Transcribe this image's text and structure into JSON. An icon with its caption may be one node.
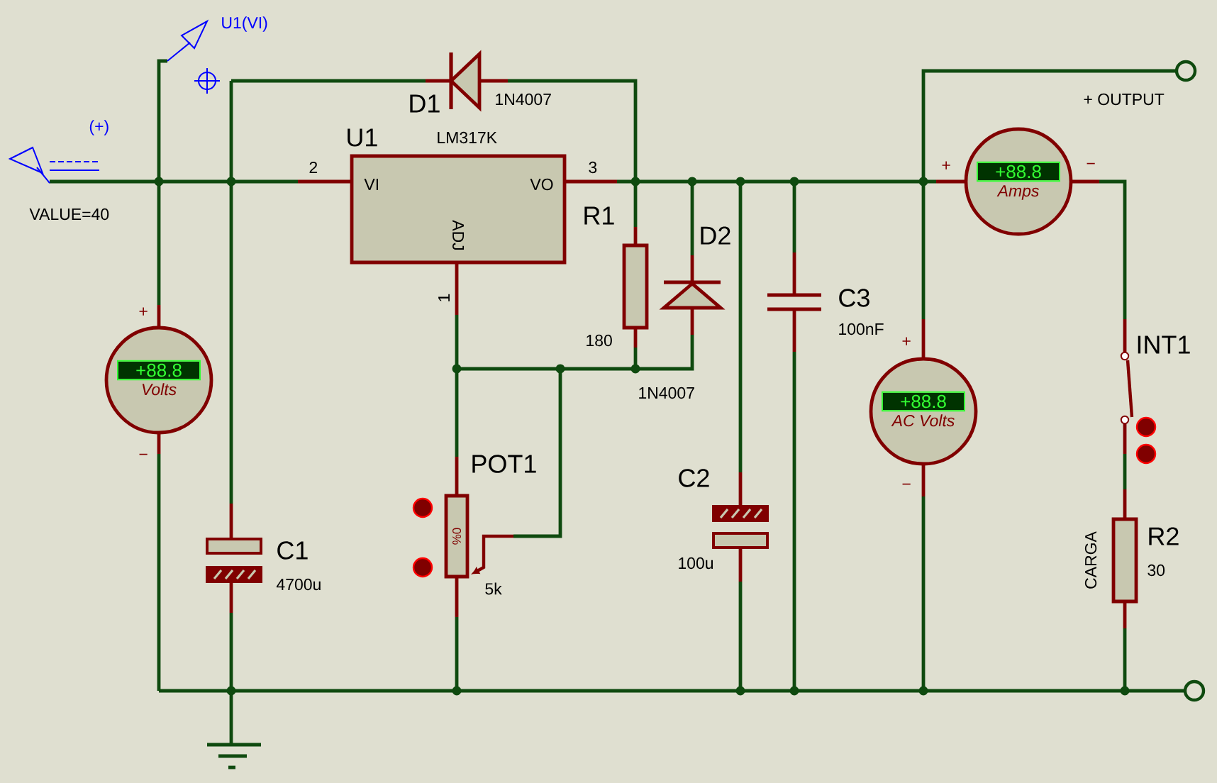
{
  "diagram": {
    "nodes": [
      {
        "text": [
          "VI",
          "VO",
          "ADJ"
        ],
        "beside": [
          "U1",
          "LM317K"
        ]
      },
      {
        "text": [
          "+88.8",
          "Volts"
        ]
      },
      {
        "text": [
          "+88.8",
          "Amps"
        ]
      },
      {
        "text": [
          "+88.8",
          "AC Volts"
        ]
      },
      {
        "text": [
          "0%"
        ],
        "beside": [
          "POT1",
          "5k"
        ]
      },
      {
        "text": [],
        "shape": "box",
        "beside": [
          "R1",
          "180"
        ]
      },
      {
        "text": [],
        "shape": "box",
        "beside": [
          "R2",
          "30",
          "CARGA"
        ]
      },
      {
        "text": [],
        "shape": "circle",
        "beside": [
          "+ OUTPUT"
        ]
      },
      {
        "text": [],
        "shape": "circle"
      }
    ],
    "labels": [
      "U1(VI)",
      "(+)",
      "D1",
      "1N4007",
      "VALUE=40",
      "2",
      "3",
      "D2",
      "1N4007",
      "1",
      "C3",
      "100nF",
      "INT1",
      "C2",
      "100u",
      "C1",
      "4700u",
      "+",
      "−",
      "+",
      "−",
      "+",
      "−"
    ]
  }
}
